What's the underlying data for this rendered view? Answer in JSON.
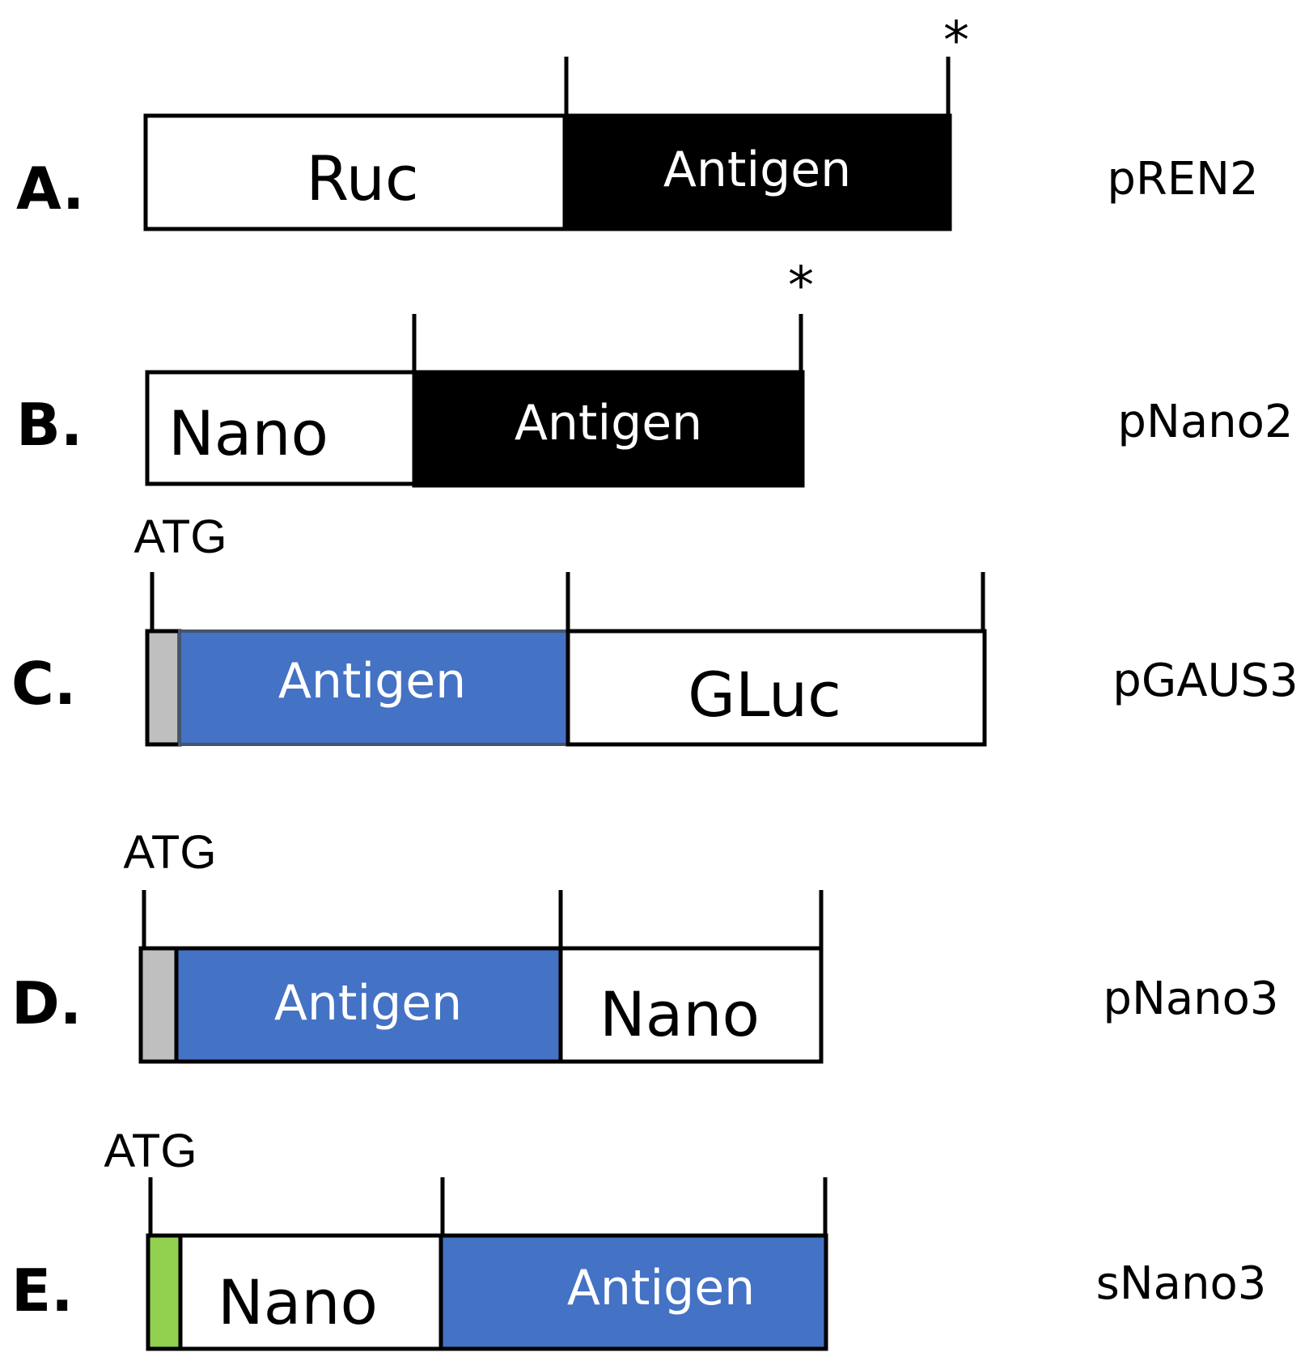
{
  "colors": {
    "outline": "#000000",
    "white_segment": "#ffffff",
    "black_segment": "#000000",
    "blue_segment": "#4472c4",
    "gray_segment": "#bfbfbf",
    "green_segment": "#92d050"
  },
  "constructs": [
    {
      "letter": "A.",
      "plasmid": "pREN2",
      "segments": [
        {
          "label": "Ruc",
          "fill": "white"
        },
        {
          "label": "Antigen",
          "fill": "black"
        }
      ],
      "stop_marker": "*"
    },
    {
      "letter": "B.",
      "plasmid": "pNano2",
      "segments": [
        {
          "label": "Nano",
          "fill": "white"
        },
        {
          "label": "Antigen",
          "fill": "black"
        }
      ],
      "stop_marker": "*"
    },
    {
      "letter": "C.",
      "plasmid": "pGAUS3",
      "start_codon": "ATG",
      "segments": [
        {
          "label": "",
          "fill": "gray"
        },
        {
          "label": "Antigen",
          "fill": "blue"
        },
        {
          "label": "GLuc",
          "fill": "white"
        }
      ]
    },
    {
      "letter": "D.",
      "plasmid": "pNano3",
      "start_codon": "ATG",
      "segments": [
        {
          "label": "",
          "fill": "gray"
        },
        {
          "label": "Antigen",
          "fill": "blue"
        },
        {
          "label": "Nano",
          "fill": "white"
        }
      ]
    },
    {
      "letter": "E.",
      "plasmid": "sNano3",
      "start_codon": "ATG",
      "segments": [
        {
          "label": "",
          "fill": "green"
        },
        {
          "label": "Nano",
          "fill": "white"
        },
        {
          "label": "Antigen",
          "fill": "blue"
        }
      ]
    }
  ]
}
